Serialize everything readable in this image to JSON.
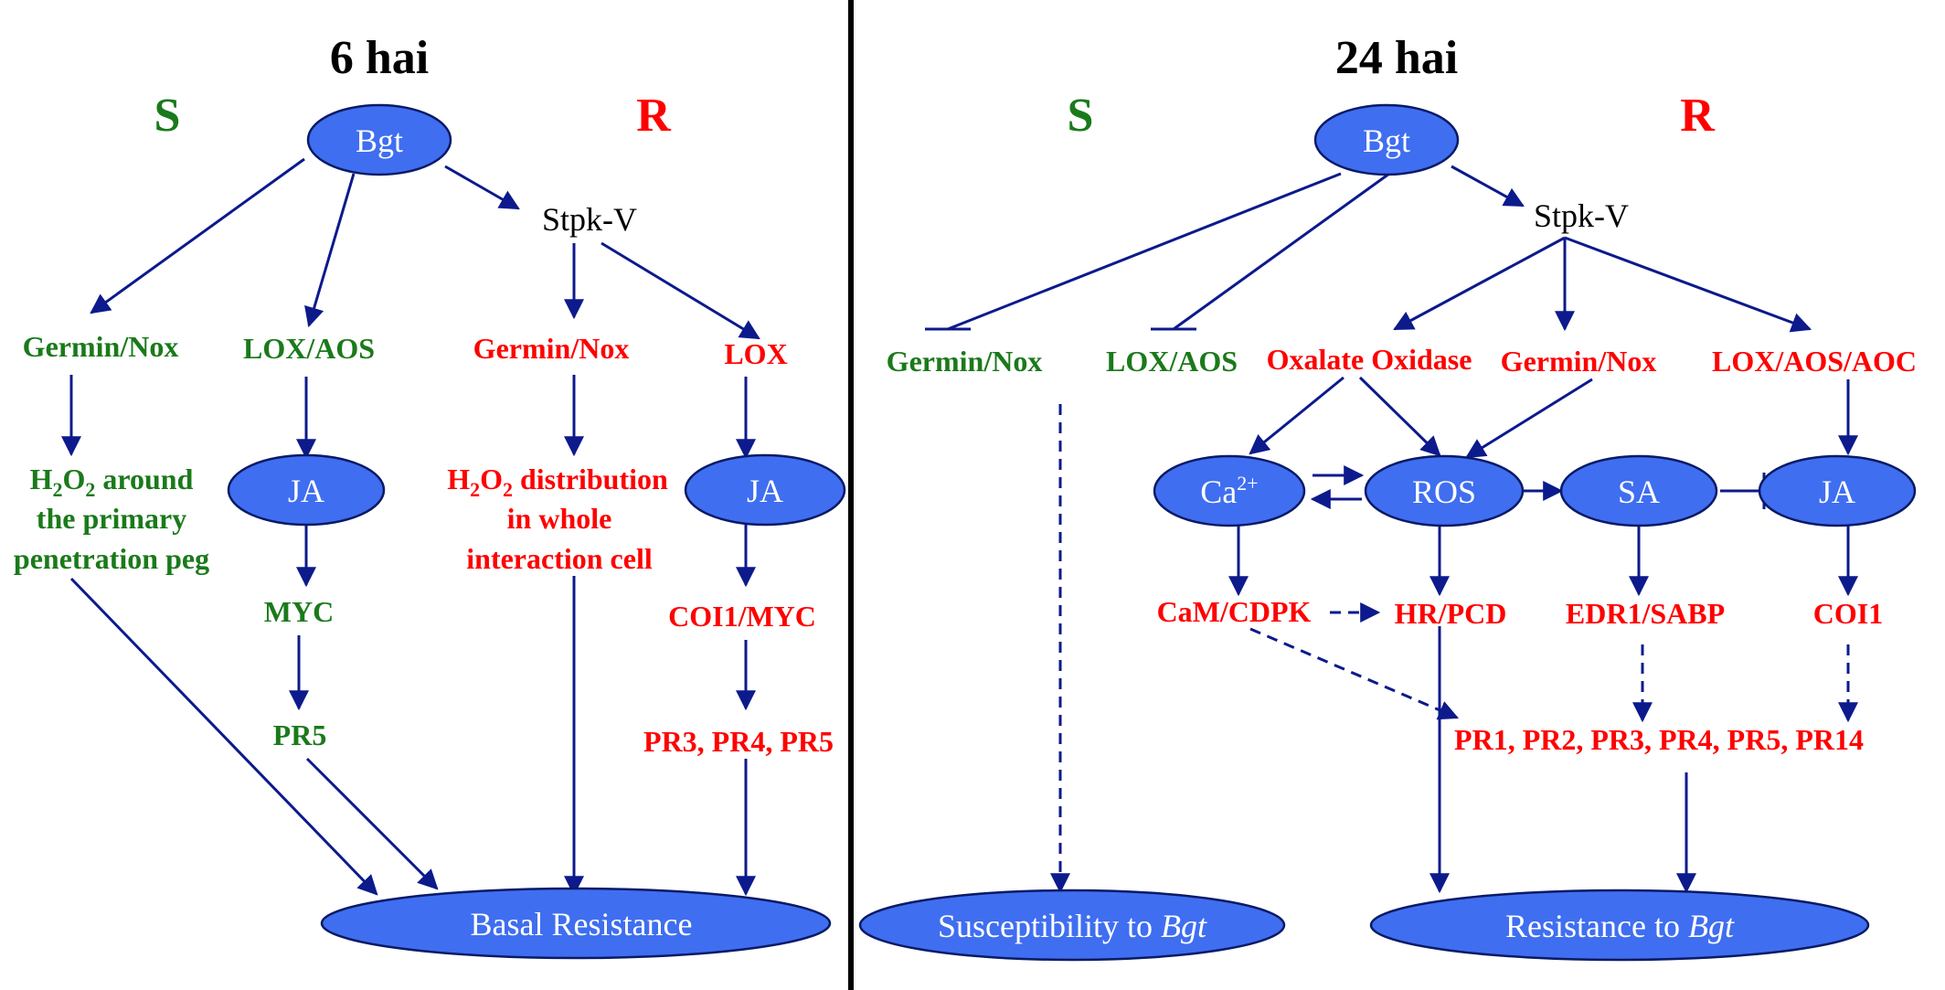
{
  "panels": {
    "left": {
      "title": "6 hai",
      "s_label": "S",
      "r_label": "R",
      "nodes": {
        "bgt": "Bgt",
        "stpk": "Stpk-V",
        "germin_s": "Germin/Nox",
        "loxaos_s": "LOX/AOS",
        "germin_r": "Germin/Nox",
        "lox_r": "LOX",
        "h2o2_s": {
          "part1": "H",
          "sub1": "2",
          "part2": "O",
          "sub2": "2",
          "part3": " around",
          "line2": "the primary",
          "line3": "penetration peg"
        },
        "ja_s": "JA",
        "h2o2_r": {
          "part1": "H",
          "sub1": "2",
          "part2": "O",
          "sub2": "2",
          "part3": " distribution",
          "line2": "in whole",
          "line3": "interaction cell"
        },
        "ja_r": "JA",
        "myc": "MYC",
        "coi1myc": "COI1/MYC",
        "pr5": "PR5",
        "pr345": "PR3, PR4, PR5",
        "basal": "Basal Resistance"
      }
    },
    "right": {
      "title": "24 hai",
      "s_label": "S",
      "r_label": "R",
      "nodes": {
        "bgt": "Bgt",
        "stpk": "Stpk-V",
        "germin_s": "Germin/Nox",
        "loxaos_s": "LOX/AOS",
        "oxalate": "Oxalate Oxidase",
        "germin_r": "Germin/Nox",
        "loxaosaoc": "LOX/AOS/AOC",
        "ca": {
          "base": "Ca",
          "sup": "2+"
        },
        "ros": "ROS",
        "sa": "SA",
        "ja": "JA",
        "camcdpk": "CaM/CDPK",
        "hrpcd": "HR/PCD",
        "edr1": "EDR1/SABP",
        "coi1": "COI1",
        "prlist": "PR1, PR2, PR3, PR4, PR5, PR14",
        "susc": {
          "prefix": "Susceptibility to ",
          "italic": "Bgt"
        },
        "resist": {
          "prefix": "Resistance to ",
          "italic": "Bgt"
        }
      }
    }
  },
  "colors": {
    "susceptible_text": "#1a7a1a",
    "resistant_text": "#ff0000",
    "node_fill": "#3f6ef0",
    "arrow": "#0c1a8c"
  }
}
